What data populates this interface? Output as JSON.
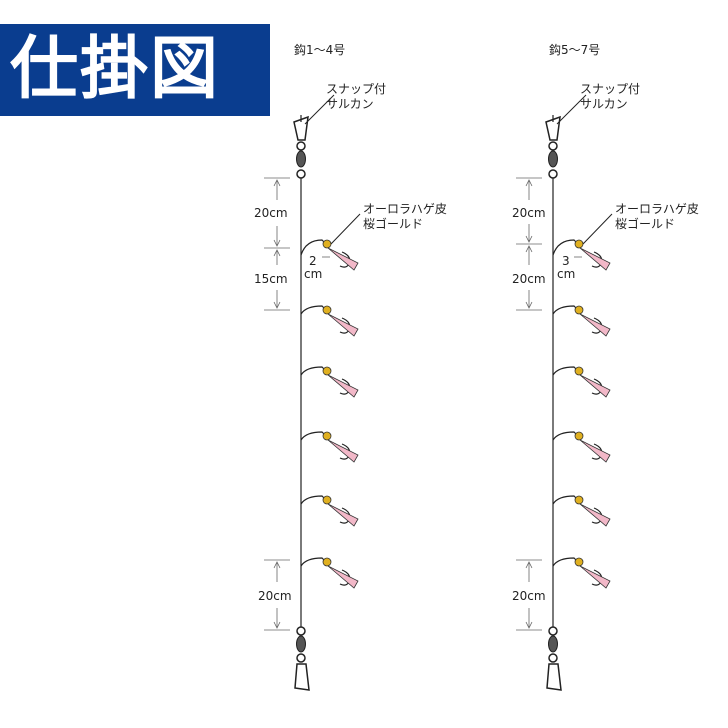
{
  "title": "仕掛図",
  "colors": {
    "banner": "#0a3d8f",
    "line": "#222222",
    "bead": "#e0b020",
    "skin": "#f2b8c8",
    "dim": "#666666"
  },
  "rigs": [
    {
      "hook_size": "鈎1～4号",
      "snap_label": [
        "スナップ付",
        "サルカン"
      ],
      "bait_label": [
        "オーロラハゲ皮",
        "桜ゴールド"
      ],
      "branch_length": [
        "2",
        "cm"
      ],
      "spacing_top": "20cm",
      "spacing_between": "15cm",
      "spacing_bottom": "20cm",
      "branch_count": 6
    },
    {
      "hook_size": "鈎5～7号",
      "snap_label": [
        "スナップ付",
        "サルカン"
      ],
      "bait_label": [
        "オーロラハゲ皮",
        "桜ゴールド"
      ],
      "branch_length": [
        "3",
        "cm"
      ],
      "spacing_top": "20cm",
      "spacing_between": "20cm",
      "spacing_bottom": "20cm",
      "branch_count": 6
    }
  ]
}
